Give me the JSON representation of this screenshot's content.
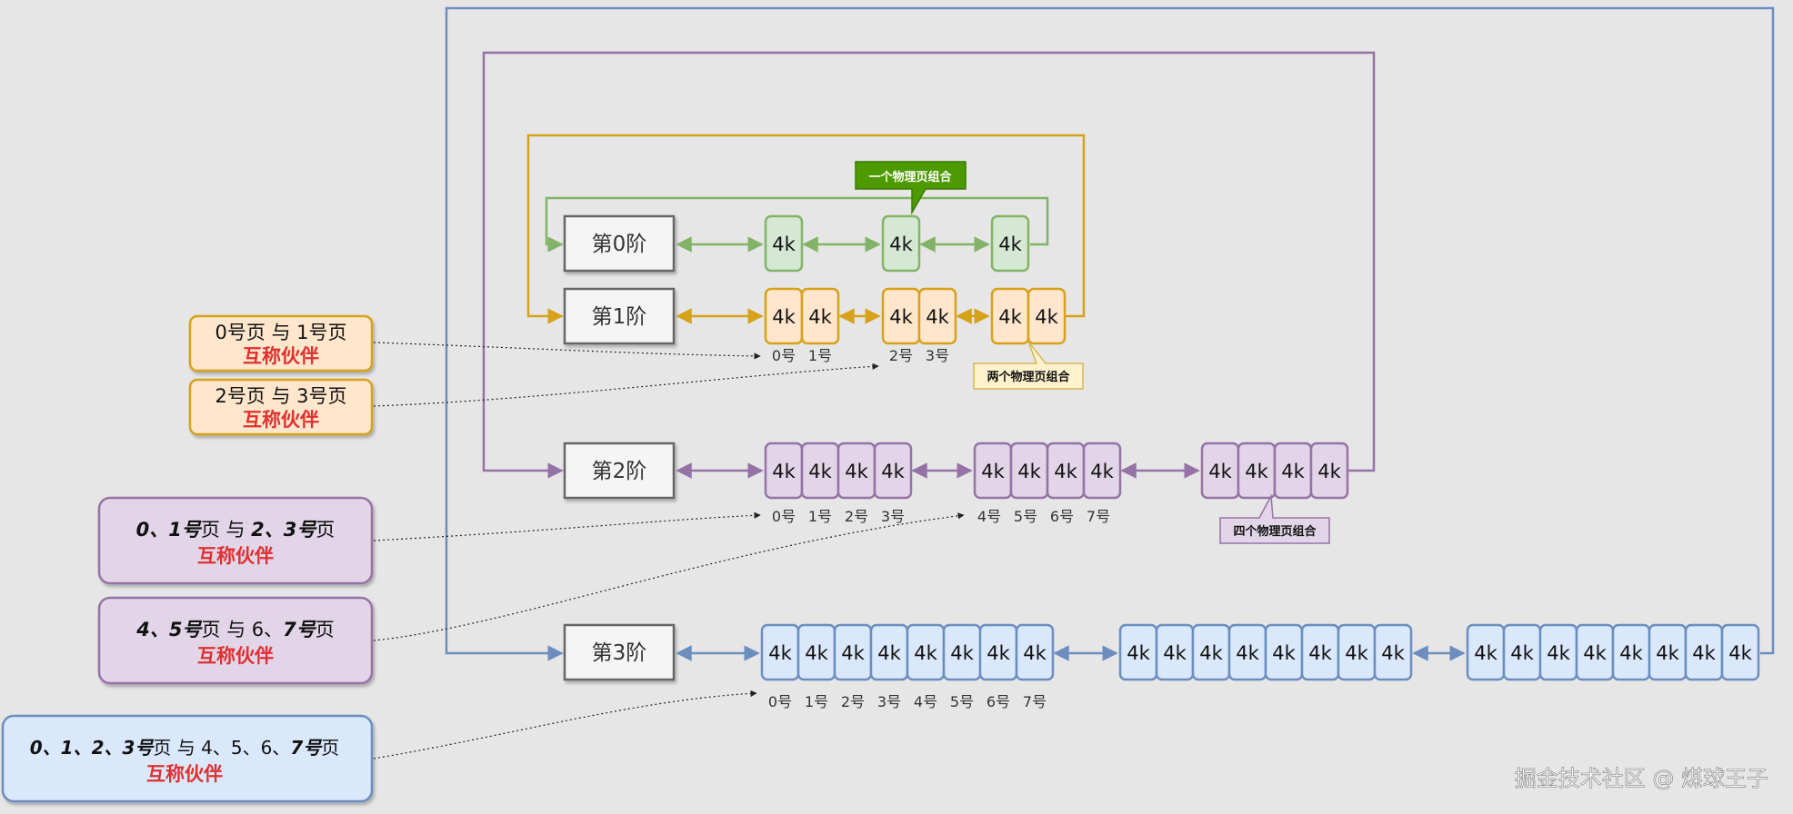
{
  "orders": [
    {
      "label": "第0阶"
    },
    {
      "label": "第1阶"
    },
    {
      "label": "第2阶"
    },
    {
      "label": "第3阶"
    }
  ],
  "page_label": "4k",
  "page_numbers": {
    "order1_a": [
      "0号",
      "1号"
    ],
    "order1_b": [
      "2号",
      "3号"
    ],
    "order2_a": [
      "0号",
      "1号",
      "2号",
      "3号"
    ],
    "order2_b": [
      "4号",
      "5号",
      "6号",
      "7号"
    ],
    "order3_a": [
      "0号",
      "1号",
      "2号",
      "3号",
      "4号",
      "5号",
      "6号",
      "7号"
    ]
  },
  "callouts": {
    "one_page": "一个物理页组合",
    "two_pages": "两个物理页组合",
    "four_pages": "四个物理页组合"
  },
  "notes": {
    "n1": {
      "line1": "0号页 与 1号页",
      "line2": "互称伙伴"
    },
    "n2": {
      "line1": "2号页 与 3号页",
      "line2": "互称伙伴"
    },
    "n3": {
      "line1_a": "0、1号",
      "line1_b": "页  与 ",
      "line1_c": "2、3号",
      "line1_d": "页",
      "line2": "互称伙伴"
    },
    "n4": {
      "line1_a": "4、5号",
      "line1_b": "页  与 6、",
      "line1_c": "7号",
      "line1_d": "页",
      "line2": "互称伙伴"
    },
    "n5": {
      "line1_a": "0、1、2、3号",
      "line1_b": "页  与 4、5、6、",
      "line1_c": "7号",
      "line1_d": "页",
      "line2": "互称伙伴"
    }
  },
  "watermark": "掘金技术社区 @ 煤球王子",
  "colors": {
    "order0": "#82b366",
    "order0_fill": "#d5e8d4",
    "order1": "#d6a21a",
    "order1_fill": "#ffe6cc",
    "order2": "#9673a6",
    "order2_fill": "#e1d5e7",
    "order3": "#6c8ebf",
    "order3_fill": "#dae8fc",
    "callout_green": "#4d9900",
    "accent_red": "#e03030"
  }
}
